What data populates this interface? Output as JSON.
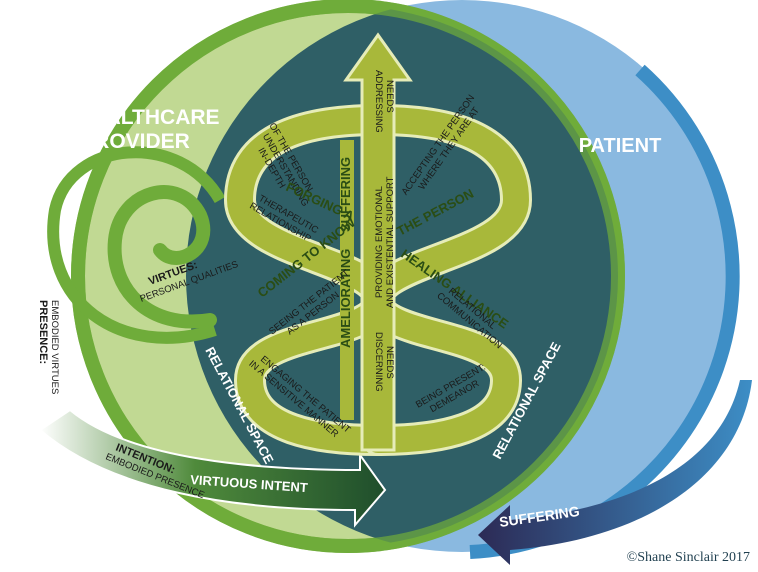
{
  "provider_label": [
    "HEALTHCARE",
    "PROVIDER"
  ],
  "patient_label": "PATIENT",
  "virtues": {
    "title": "VIRTUES:",
    "desc": "PERSONAL QUALITIES"
  },
  "presence": {
    "title": "PRESENCE:",
    "desc": "EMBODIED VIRTUES"
  },
  "intention": {
    "title": "INTENTION:",
    "desc": "EMBODIED PRESENCE"
  },
  "virtuous_intent": "VIRTUOUS INTENT",
  "relational_space_left": "RELATIONAL SPACE",
  "relational_space_right": "RELATIONAL SPACE",
  "suffering": "SUFFERING",
  "center": {
    "addressing": [
      "ADDRESSING",
      "NEEDS"
    ],
    "providing": [
      "PROVIDING EMOTIONAL",
      "AND EXISTENTIAL SUPPORT"
    ],
    "discerning": [
      "DISCERNING",
      "NEEDS"
    ],
    "ameliorating": "AMELIORATING",
    "suffering": "SUFFERING"
  },
  "left_loop": {
    "indepth": [
      "IN-DEPTH",
      "UNDERSTANDING",
      "OF THE PERSON"
    ],
    "forging": "FORGING A",
    "therapeutic": [
      "THERAPEUTIC",
      "RELATIONSHIP"
    ],
    "coming": "COMING TO KNOW",
    "seeing": [
      "SEEING THE PATIENT",
      "AS A PERSON"
    ],
    "engaging": [
      "ENGAGING THE PATIENT",
      "IN A SENSITIVE MANNER"
    ]
  },
  "right_loop": {
    "accepting": [
      "ACCEPTING THE PERSON",
      "WHERE THEY ARE AT"
    ],
    "the_person": "THE PERSON",
    "healing": "HEALING ALLIANCE",
    "relational": [
      "RELATIONAL",
      "COMMUNICATION"
    ],
    "being": [
      "BEING PRESENT:",
      "DEMEANOR"
    ]
  },
  "copyright": "©Shane Sinclair 2017",
  "colors": {
    "provider_circle": "#bcd68a",
    "provider_ring": "#6fac3a",
    "patient_circle": "#8ab9e0",
    "patient_ring": "#3d8ec6",
    "overlap": "#2f5f66",
    "arrow_fill": "#a8b83a",
    "arrow_stroke": "#e6ecb8",
    "intent_dark": "#1f4e2c",
    "suffering_dark": "#2c2a55"
  }
}
